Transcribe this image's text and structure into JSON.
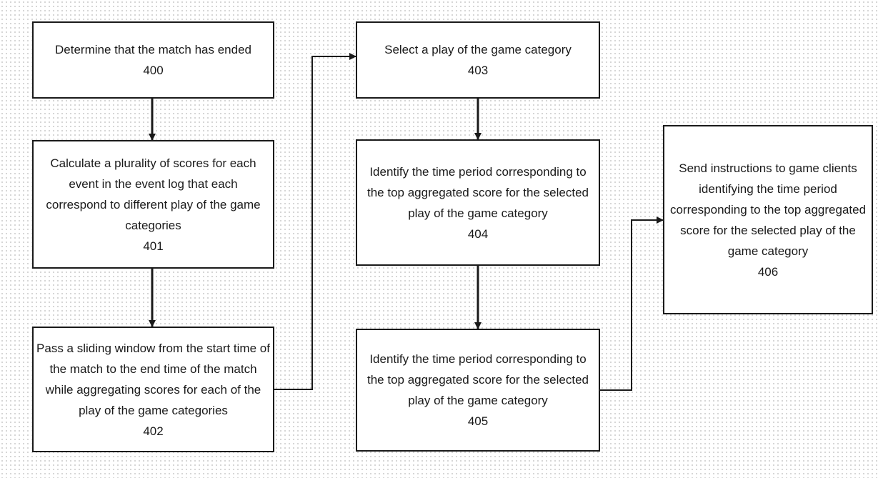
{
  "boxes": [
    {
      "id": "400",
      "text": "Determine that the match has ended",
      "ref": "400"
    },
    {
      "id": "401",
      "text": "Calculate a plurality of scores for each event in the event log that each correspond to different play of the game categories",
      "ref": "401"
    },
    {
      "id": "402",
      "text": "Pass a sliding window from the start time of the match to the end time of the match while aggregating scores for each of the play of the game categories",
      "ref": "402"
    },
    {
      "id": "403",
      "text": "Select a play of the game category",
      "ref": "403"
    },
    {
      "id": "404",
      "text": "Identify the time period corresponding to the top aggregated score for the selected play of the game category",
      "ref": "404"
    },
    {
      "id": "405",
      "text": "Identify the time period corresponding to the top aggregated score for the selected play of the game category",
      "ref": "405"
    },
    {
      "id": "406",
      "text": "Send instructions to game clients identifying the time period corresponding to the top aggregated score for the selected play of the game category",
      "ref": "406"
    }
  ],
  "edges": [
    {
      "from": "400",
      "to": "401"
    },
    {
      "from": "401",
      "to": "402"
    },
    {
      "from": "402",
      "to": "403"
    },
    {
      "from": "403",
      "to": "404"
    },
    {
      "from": "404",
      "to": "405"
    },
    {
      "from": "405",
      "to": "406"
    }
  ],
  "colors": {
    "stroke": "#1a1a1a",
    "fill": "#ffffff"
  }
}
